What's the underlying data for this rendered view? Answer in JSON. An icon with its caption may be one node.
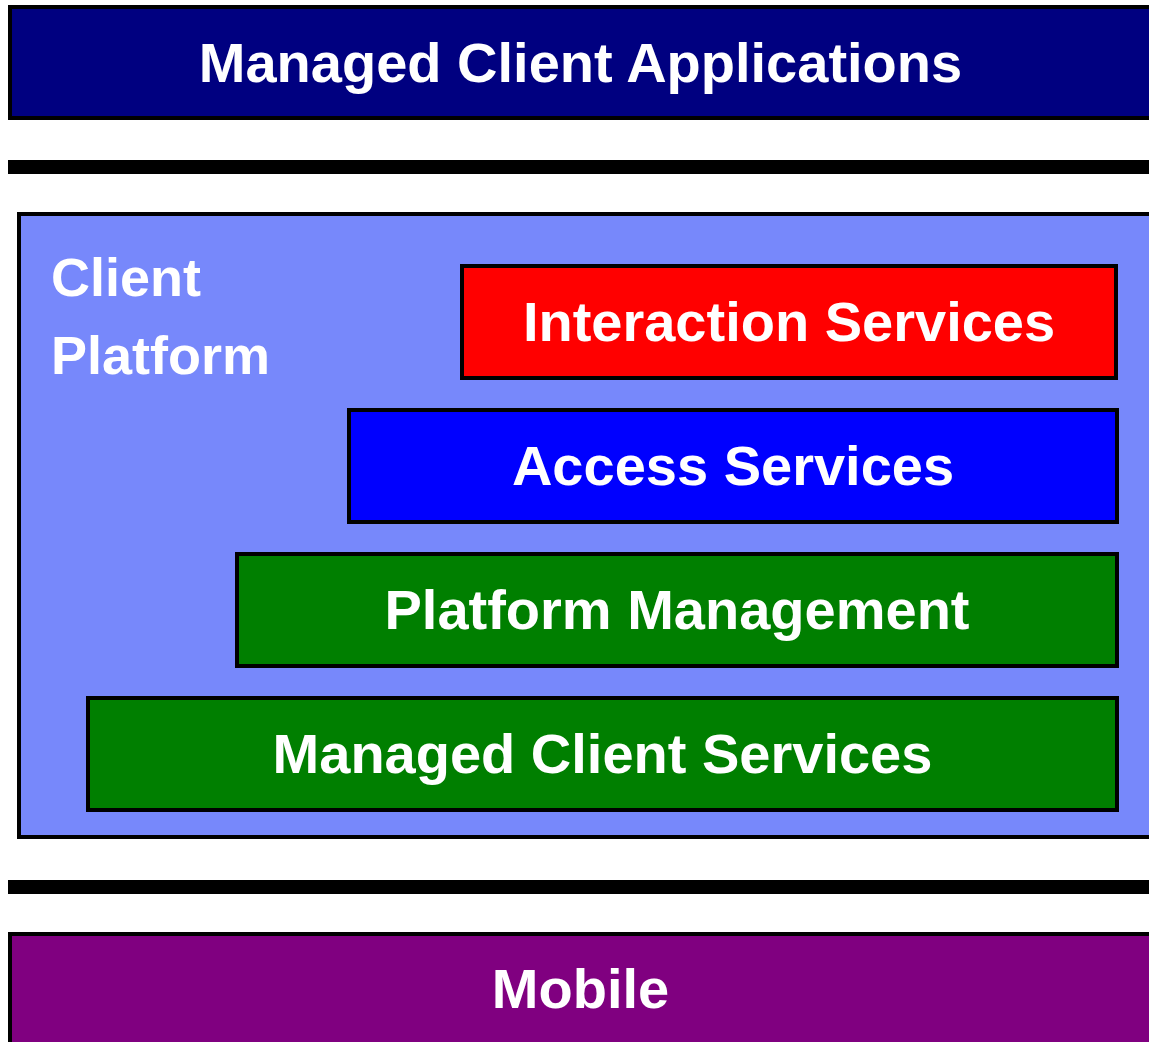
{
  "diagram": {
    "nodes": [
      {
        "text": [
          "Managed Client Applications"
        ]
      },
      {
        "text": [],
        "shape": "bar"
      },
      {
        "text": [
          "Client Platform"
        ]
      },
      {
        "text": [
          "Interaction Services"
        ],
        "in": 2
      },
      {
        "text": [
          "Access Services"
        ],
        "in": 2
      },
      {
        "text": [
          "Platform Management"
        ],
        "in": 2
      },
      {
        "text": [
          "Managed Client Services"
        ],
        "in": 2
      },
      {
        "text": [],
        "shape": "bar"
      },
      {
        "text": [
          "Mobile"
        ]
      }
    ]
  }
}
